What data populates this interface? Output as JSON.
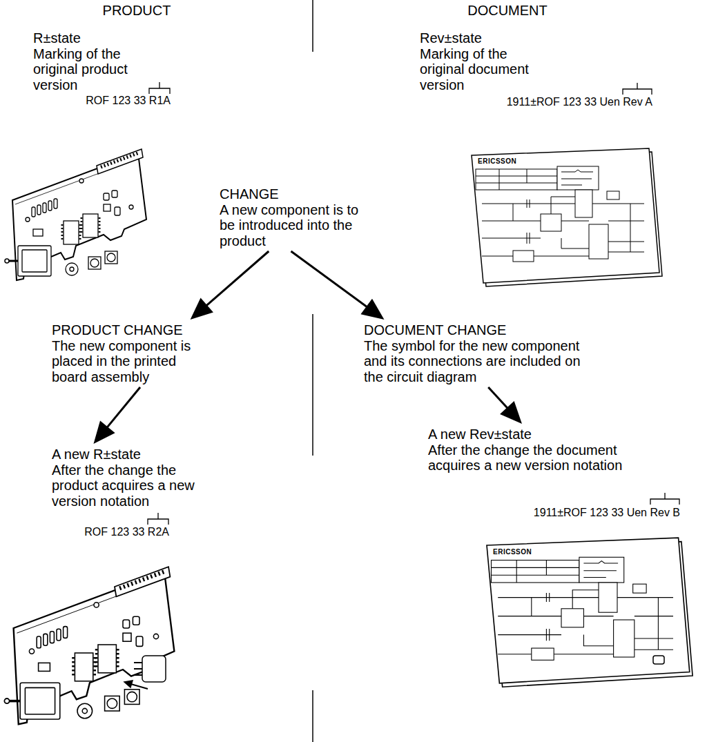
{
  "diagram": {
    "nodes": [
      {
        "text": [
          "R±state",
          "Marking of the original product version"
        ]
      },
      {
        "text": [
          "Rev±state",
          "Marking of the original document version"
        ]
      },
      {
        "text": [
          "CHANGE",
          "A new component is to be introduced into the product"
        ]
      },
      {
        "text": [
          "PRODUCT CHANGE",
          "The new component is placed in the printed board assembly"
        ]
      },
      {
        "text": [
          "DOCUMENT CHANGE",
          "The symbol for the new component and its connections are included on the circuit diagram"
        ]
      },
      {
        "text": [
          "A new R±state",
          "After the change the product acquires a new version notation"
        ]
      },
      {
        "text": [
          "A new Rev±state",
          "After the change the document acquires a new version notation"
        ]
      }
    ],
    "edges": [
      {
        "from": 2,
        "to": 3,
        "arrow": "to"
      },
      {
        "from": 2,
        "to": 4,
        "arrow": "to"
      },
      {
        "from": 3,
        "to": 5,
        "arrow": "to"
      },
      {
        "from": 4,
        "to": 6,
        "arrow": "to"
      }
    ],
    "labels": [
      "PRODUCT",
      "DOCUMENT",
      "ROF 123 33 R1A",
      "1911±ROF 123 33 Uen Rev A",
      "ERICSSON",
      "ROF 123 33 R2A",
      "1911±ROF 123 33 Uen Rev B",
      "ERICSSON"
    ]
  }
}
